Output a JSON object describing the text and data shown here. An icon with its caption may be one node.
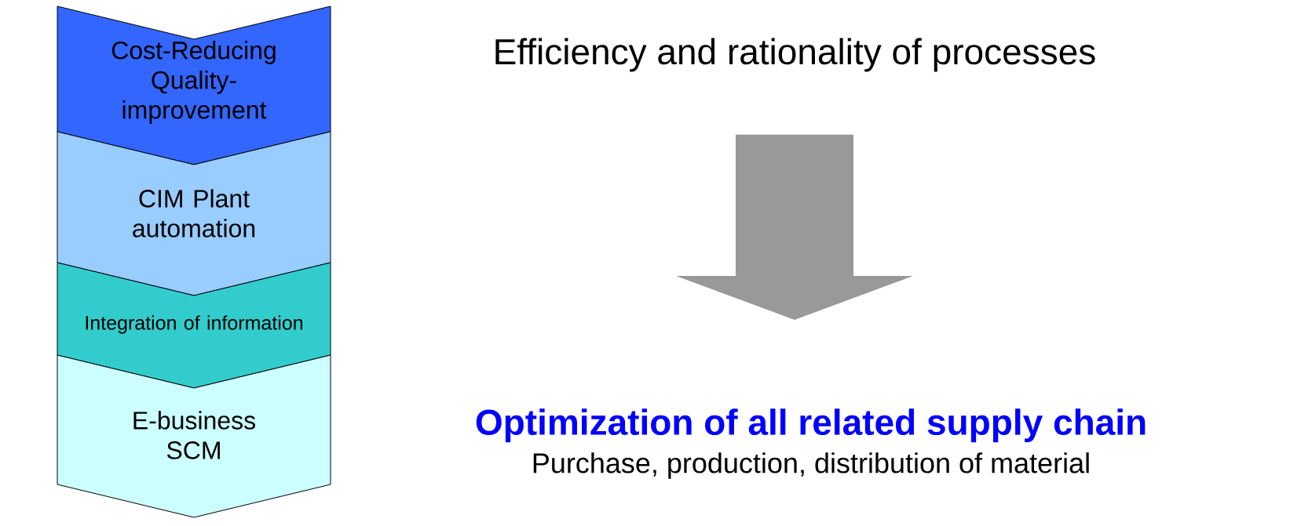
{
  "diagram": {
    "nodes": [
      {
        "text": [
          "Cost-Reducing Quality-improvement"
        ]
      },
      {
        "text": [
          "CIM Plant automation"
        ]
      },
      {
        "text": [
          "Integration of information"
        ]
      },
      {
        "text": [
          "E-business SCM"
        ]
      },
      {
        "text": [
          "Efficiency and rationality of processes"
        ]
      },
      {
        "text": [
          "Optimization of all related supply chain",
          "Purchase, production, distribution of material"
        ]
      }
    ],
    "edges": [
      {
        "from": 4,
        "to": 5,
        "arrow": "to",
        "color": "#999999"
      }
    ]
  }
}
